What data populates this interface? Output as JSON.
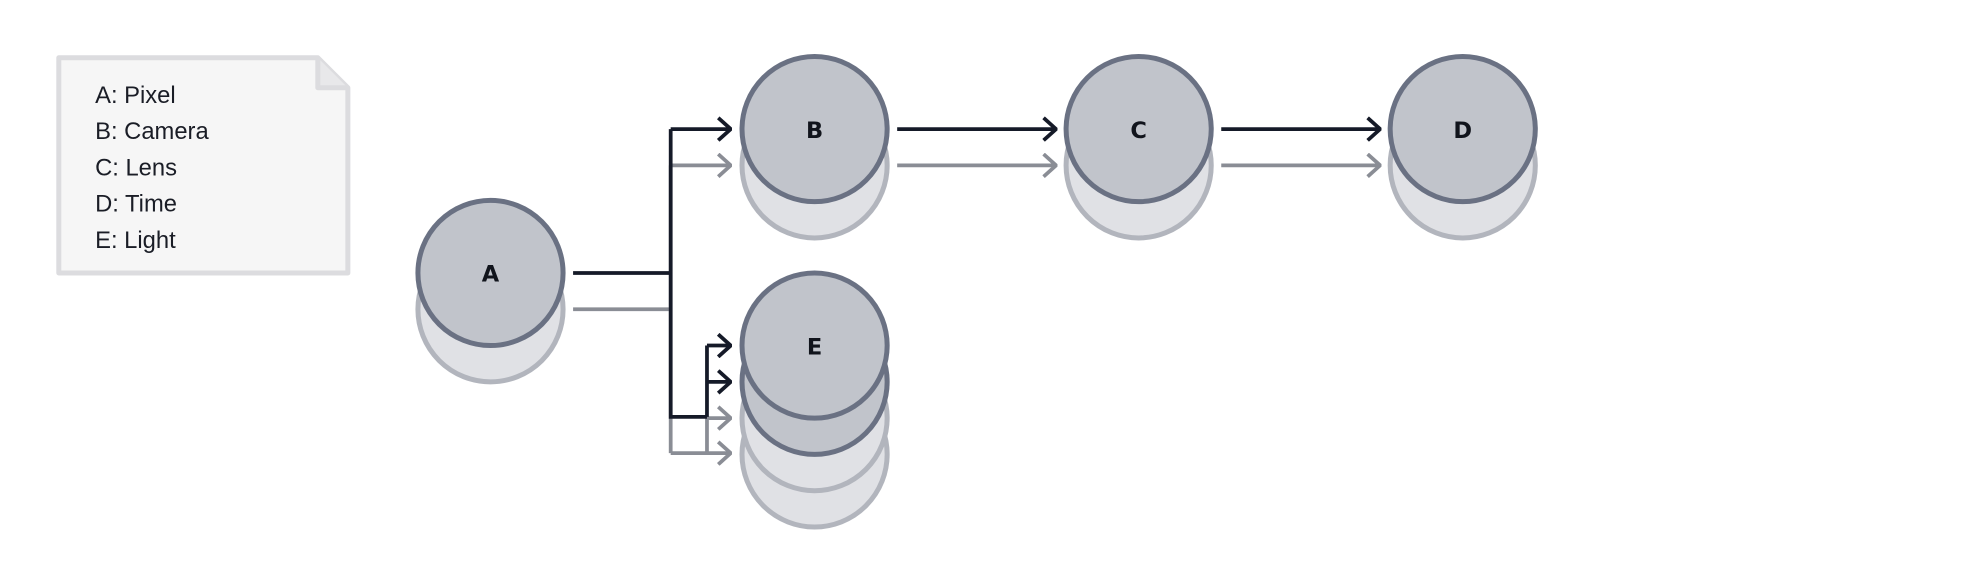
{
  "legend": {
    "items": [
      "A: Pixel",
      "B: Camera",
      "C: Lens",
      "D: Time",
      "E: Light"
    ]
  },
  "nodes": {
    "a": "A",
    "b": "B",
    "c": "C",
    "d": "D",
    "e": "E"
  },
  "colors": {
    "node_fill": "#c1c4cb",
    "node_stroke": "#6a7183",
    "edge_dark": "#151a28",
    "edge_gray": "#8a8d95"
  }
}
